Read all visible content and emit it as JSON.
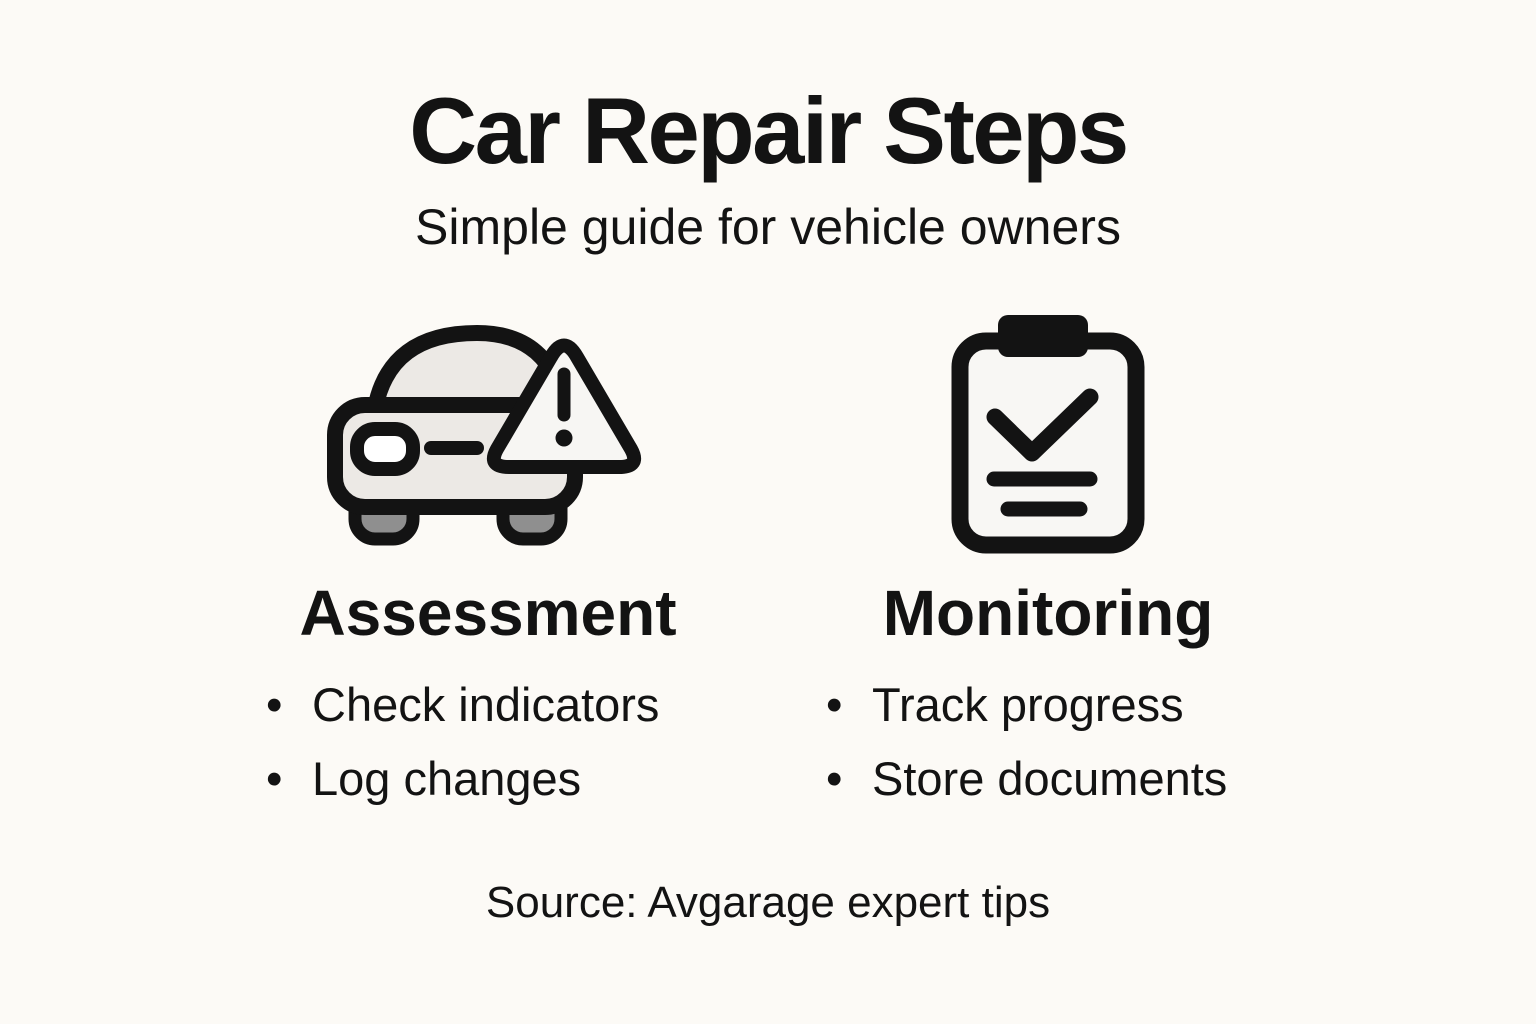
{
  "title": "Car Repair Steps",
  "subtitle": "Simple guide for vehicle owners",
  "bullet_char": "•",
  "columns": [
    {
      "heading": "Assessment",
      "icon": "car-warning-icon",
      "bullets": [
        "Check indicators",
        "Log changes"
      ]
    },
    {
      "heading": "Monitoring",
      "icon": "clipboard-check-icon",
      "bullets": [
        "Track progress",
        "Store documents"
      ]
    }
  ],
  "source": "Source: Avgarage expert tips",
  "colors": {
    "background": "#FCFAF6",
    "ink": "#131313",
    "car_body_fill": "#ECE9E5",
    "wheel_fill": "#8F8F8F",
    "triangle_fill": "#F7F6F3",
    "clipboard_fill": "#F8F7F4"
  }
}
